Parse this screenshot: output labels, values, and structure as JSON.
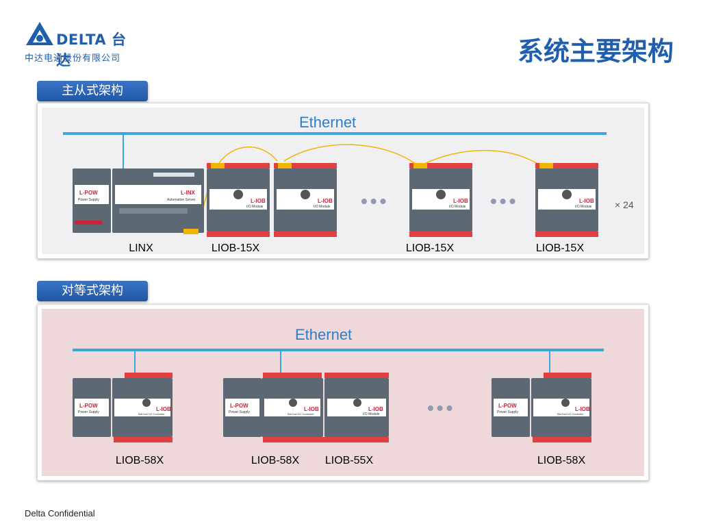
{
  "header": {
    "brand": "DELTA 台达",
    "company": "中达电通股份有限公司",
    "title": "系统主要架构"
  },
  "section1": {
    "label": "主从式架构",
    "ethernet": "Ethernet",
    "multiplier": "× 24",
    "devices": [
      "LINX",
      "LIOB-15X",
      "LIOB-15X",
      "LIOB-15X"
    ]
  },
  "section2": {
    "label": "对等式架构",
    "ethernet": "Ethernet",
    "devices": [
      "LIOB-58X",
      "LIOB-58X",
      "LIOB-55X",
      "LIOB-58X"
    ]
  },
  "module_text": {
    "lpow_title": "L-POW",
    "lpow_sub": "Power Supply",
    "linx_title": "L-INX",
    "linx_sub": "Automation Server",
    "liob_title": "L-IOB",
    "liob_sub": "I/O Module",
    "liob_ctrl_sub": "BACnet I/O Controller"
  },
  "footer": "Delta Confidential",
  "colors": {
    "brand_blue": "#1f5fae",
    "ethernet": "#3ea4e0",
    "peer_bg": "#efd8da",
    "cable": "#f2b400"
  }
}
